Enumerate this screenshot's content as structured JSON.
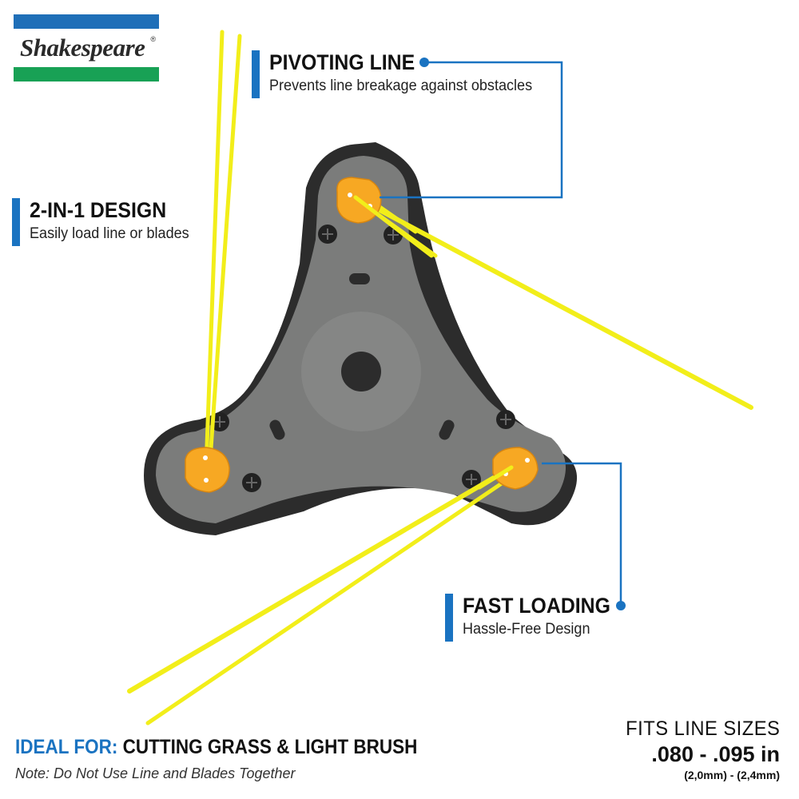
{
  "brand": {
    "name": "Shakespeare",
    "reg_mark": "®",
    "colors": {
      "brand_blue": "#1f6fb8",
      "brand_green": "#18a155",
      "accent_blue": "#1a73c1",
      "trimmer_line": "#f2ee1a",
      "line_anchor": "#f7a823",
      "head_gray": "#7b7c7b",
      "head_dark": "#2c2c2c"
    }
  },
  "features": [
    {
      "title": "PIVOTING LINE",
      "subtitle": "Prevents line breakage against obstacles"
    },
    {
      "title": "2-IN-1 DESIGN",
      "subtitle": "Easily load line or blades"
    },
    {
      "title": "FAST LOADING",
      "subtitle": "Hassle-Free Design"
    }
  ],
  "ideal_for": {
    "lead": "IDEAL FOR:",
    "text": "CUTTING GRASS & LIGHT BRUSH"
  },
  "note": "Note: Do Not Use Line and Blades Together",
  "line_sizes": {
    "label": "FITS LINE SIZES",
    "inches": ".080 - .095 in",
    "millimeters": "(2,0mm) - (2,4mm)"
  }
}
